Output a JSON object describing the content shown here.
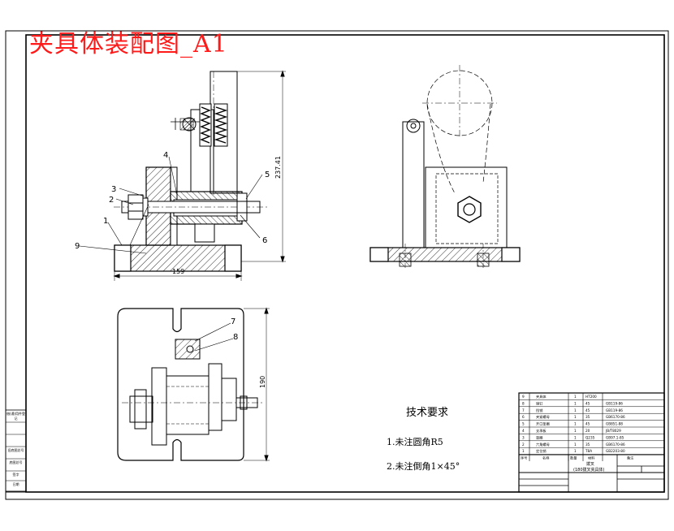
{
  "title": "夹具体装配图_A1",
  "dimensions": {
    "front_width": "159",
    "front_height": "237.41",
    "top_height": "190"
  },
  "part_labels": [
    "1",
    "2",
    "3",
    "4",
    "5",
    "6",
    "7",
    "8",
    "9"
  ],
  "requirements": {
    "heading": "技术要求",
    "items": [
      "1.未注圆角R5",
      "2.未注倒角1×45°"
    ]
  },
  "title_block": {
    "drawing_name_line1": "拨叉",
    "drawing_name_line2": "(180拨叉夹具体)",
    "rows": [
      {
        "no": "9",
        "name": "夹具体",
        "qty": "1",
        "material": "HT200",
        "code": ""
      },
      {
        "no": "8",
        "name": "销钉",
        "qty": "1",
        "material": "45",
        "code": "GB119-86"
      },
      {
        "no": "7",
        "name": "挡销",
        "qty": "1",
        "material": "45",
        "code": "GB119-86"
      },
      {
        "no": "6",
        "name": "夹紧螺母",
        "qty": "1",
        "material": "35",
        "code": "GB6170-86"
      },
      {
        "no": "5",
        "name": "开口垫圈",
        "qty": "1",
        "material": "45",
        "code": "GB851-88"
      },
      {
        "no": "4",
        "name": "支承板",
        "qty": "1",
        "material": "20",
        "code": "JB/T8029"
      },
      {
        "no": "3",
        "name": "垫圈",
        "qty": "1",
        "material": "Q235",
        "code": "GB97.1-85"
      },
      {
        "no": "2",
        "name": "六角螺母",
        "qty": "1",
        "material": "35",
        "code": "GB6170-86"
      },
      {
        "no": "1",
        "name": "定位销",
        "qty": "1",
        "material": "T8A",
        "code": "GB2203-80"
      }
    ],
    "header": [
      "序号",
      "名称",
      "数量",
      "材料",
      "备注"
    ]
  },
  "left_strip_labels": [
    "借(通)用件登记",
    "",
    "旧底图总号",
    "",
    "底图总号",
    "签字",
    "日期"
  ],
  "colors": {
    "title": "#ff1a1a",
    "line": "#000000"
  }
}
